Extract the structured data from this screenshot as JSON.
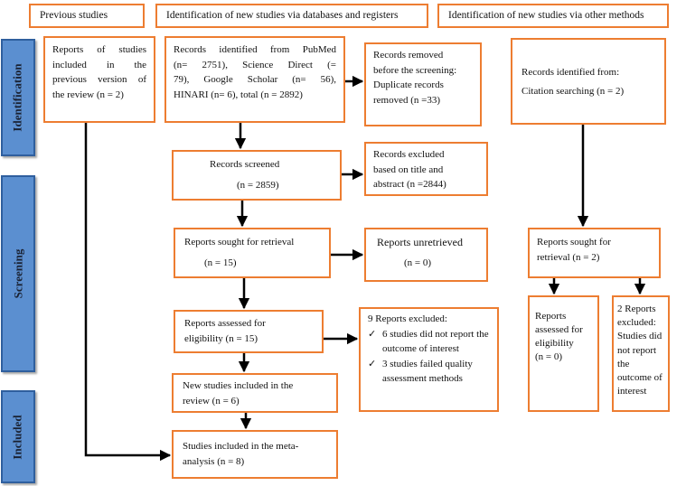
{
  "colors": {
    "box_border": "#ED7D31",
    "side_fill": "#5B8FD0",
    "side_border": "#2F5F9E",
    "arrow": "#000000"
  },
  "headers": {
    "previous": "Previous studies",
    "databases": "Identification  of new studies via databases and registers",
    "other": "Identification  of new studies via other methods"
  },
  "side_labels": {
    "identification": "Identification",
    "screening": "Screening",
    "included": "Included"
  },
  "previous_reports": {
    "lines": [
      "Reports of studies",
      "included in the",
      "previous version of",
      "the review (n = 2)"
    ]
  },
  "records_identified": {
    "lines": [
      "Records identified from PubMed",
      "(n= 2751), Science Direct (=",
      "79), Google Scholar (n= 56),",
      "HINARI (n= 6), total (n = 2892)"
    ]
  },
  "records_removed": {
    "lines": [
      "Records removed",
      "before the screening:",
      "Duplicate records",
      "removed (n =33)"
    ]
  },
  "citation_records": {
    "lines": [
      "Records identified from:",
      "Citation searching (n = 2)"
    ]
  },
  "records_screened": {
    "title": "Records screened",
    "count": "(n = 2859)"
  },
  "records_excluded": {
    "lines": [
      "Records excluded",
      "based on title and",
      "abstract (n =2844)"
    ]
  },
  "sought_retrieval": {
    "title": "Reports sought for retrieval",
    "count": "(n = 15)"
  },
  "unretrieved": {
    "title": "Reports unretrieved",
    "count": "(n = 0)"
  },
  "other_sought": {
    "lines": [
      "Reports sought for",
      "retrieval     (n = 2)"
    ]
  },
  "assessed": {
    "lines": [
      "Reports assessed for",
      "eligibility  (n = 15)"
    ]
  },
  "excluded_reports": {
    "title": "9 Reports excluded:",
    "items": [
      "6 studies did not report the outcome of interest",
      "3 studies failed quality assessment methods"
    ]
  },
  "other_assessed": {
    "lines": [
      "Reports",
      "assessed for",
      "eligibility",
      "(n = 0)"
    ]
  },
  "other_excluded": {
    "lines": [
      "2 Reports",
      "excluded:",
      "Studies did",
      "not report",
      "the",
      "outcome of",
      "interest"
    ]
  },
  "new_studies": {
    "lines": [
      "New studies included in the",
      "review (n = 6)"
    ]
  },
  "meta_analysis": {
    "lines": [
      "Studies included in the meta-",
      "analysis (n = 8)"
    ]
  }
}
